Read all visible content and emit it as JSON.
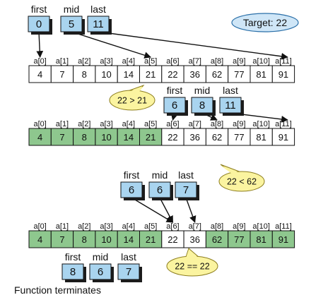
{
  "target": {
    "label": "Target: 22",
    "fill": "#cfe6f7",
    "stroke": "#2a6fa8"
  },
  "array": {
    "index_labels": [
      "a[0]",
      "a[1]",
      "a[2]",
      "a[3]",
      "a[4]",
      "a[5]",
      "a[6]",
      "a[7]",
      "a[8]",
      "a[9]",
      "a[10]",
      "a[11]"
    ],
    "values": [
      "4",
      "7",
      "8",
      "10",
      "14",
      "21",
      "22",
      "36",
      "62",
      "77",
      "81",
      "91"
    ]
  },
  "colors": {
    "cell_active": "#ffffff",
    "cell_eliminated": "#8ec78e",
    "pointer_box_fill": "#a9d4ef",
    "pointer_box_shadow": "#1c1c1c",
    "bubble_fill": "#fbf4a0",
    "bubble_stroke": "#8c7d1d",
    "arrow": "#111111"
  },
  "pointer_names": [
    "first",
    "mid",
    "last"
  ],
  "steps": [
    {
      "pointers": [
        "0",
        "5",
        "11"
      ],
      "targets": [
        0,
        5,
        11
      ],
      "eliminated": [],
      "comparison": "22 > 21"
    },
    {
      "pointers": [
        "6",
        "8",
        "11"
      ],
      "targets": [
        6,
        8,
        11
      ],
      "eliminated": [
        0,
        1,
        2,
        3,
        4,
        5
      ],
      "comparison": "22 < 62"
    },
    {
      "pointers": [
        "6",
        "6",
        "7"
      ],
      "targets": [
        6,
        6,
        7
      ],
      "eliminated": [
        0,
        1,
        2,
        3,
        4,
        5,
        8,
        9,
        10,
        11
      ],
      "comparison": "22 == 22"
    },
    {
      "pointers": [
        "8",
        "6",
        "7"
      ],
      "targets": [],
      "eliminated": [],
      "comparison": ""
    }
  ],
  "footer": "Function terminates"
}
